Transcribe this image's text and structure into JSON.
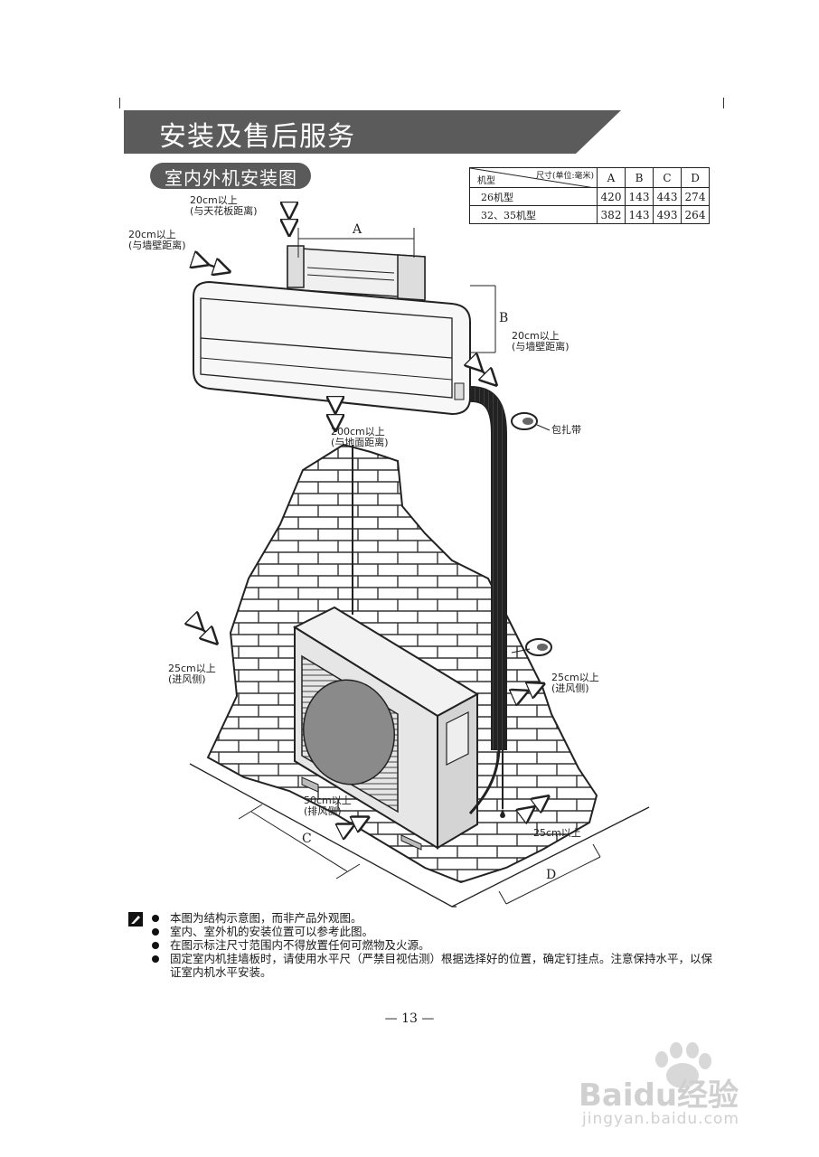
{
  "section": {
    "title": "安装及售后服务"
  },
  "subsection": {
    "title": "室内外机安装图"
  },
  "dimension_table": {
    "header_corner_top": "尺寸(单位:毫米)",
    "header_corner_bottom": "机型",
    "columns": [
      "A",
      "B",
      "C",
      "D"
    ],
    "rows": [
      {
        "model": "26机型",
        "values": [
          "420",
          "143",
          "443",
          "274"
        ]
      },
      {
        "model": "32、35机型",
        "values": [
          "382",
          "143",
          "493",
          "264"
        ]
      }
    ]
  },
  "labels": {
    "ceiling": [
      "20cm以上",
      "(与天花板距离)"
    ],
    "wall_left": [
      "20cm以上",
      "(与墙壁距离)"
    ],
    "wall_right": [
      "20cm以上",
      "(与墙壁距离)"
    ],
    "floor": [
      "200cm以上",
      "(与地面距离)"
    ],
    "tape": "包扎带",
    "intake_left": [
      "25cm以上",
      "(进风侧)"
    ],
    "intake_right": [
      "25cm以上",
      "(进风侧)"
    ],
    "exhaust": [
      "50cm以上",
      "(排风侧)"
    ],
    "rear": "25cm以上",
    "dim_a": "A",
    "dim_b": "B",
    "dim_c": "C",
    "dim_d": "D"
  },
  "notes": [
    "本图为结构示意图，而非产品外观图。",
    "室内、室外机的安装位置可以参考此图。",
    "在图示标注尺寸范围内不得放置任何可燃物及火源。",
    "固定室内机挂墙板时，请使用水平尺（严禁目视估测）根据选择好的位置，确定钉挂点。注意保持水平，以保证室内机水平安装。"
  ],
  "page_number": "— 13 —",
  "watermark": {
    "brand": "Baidu经验",
    "url": "jingyan.baidu.com"
  }
}
